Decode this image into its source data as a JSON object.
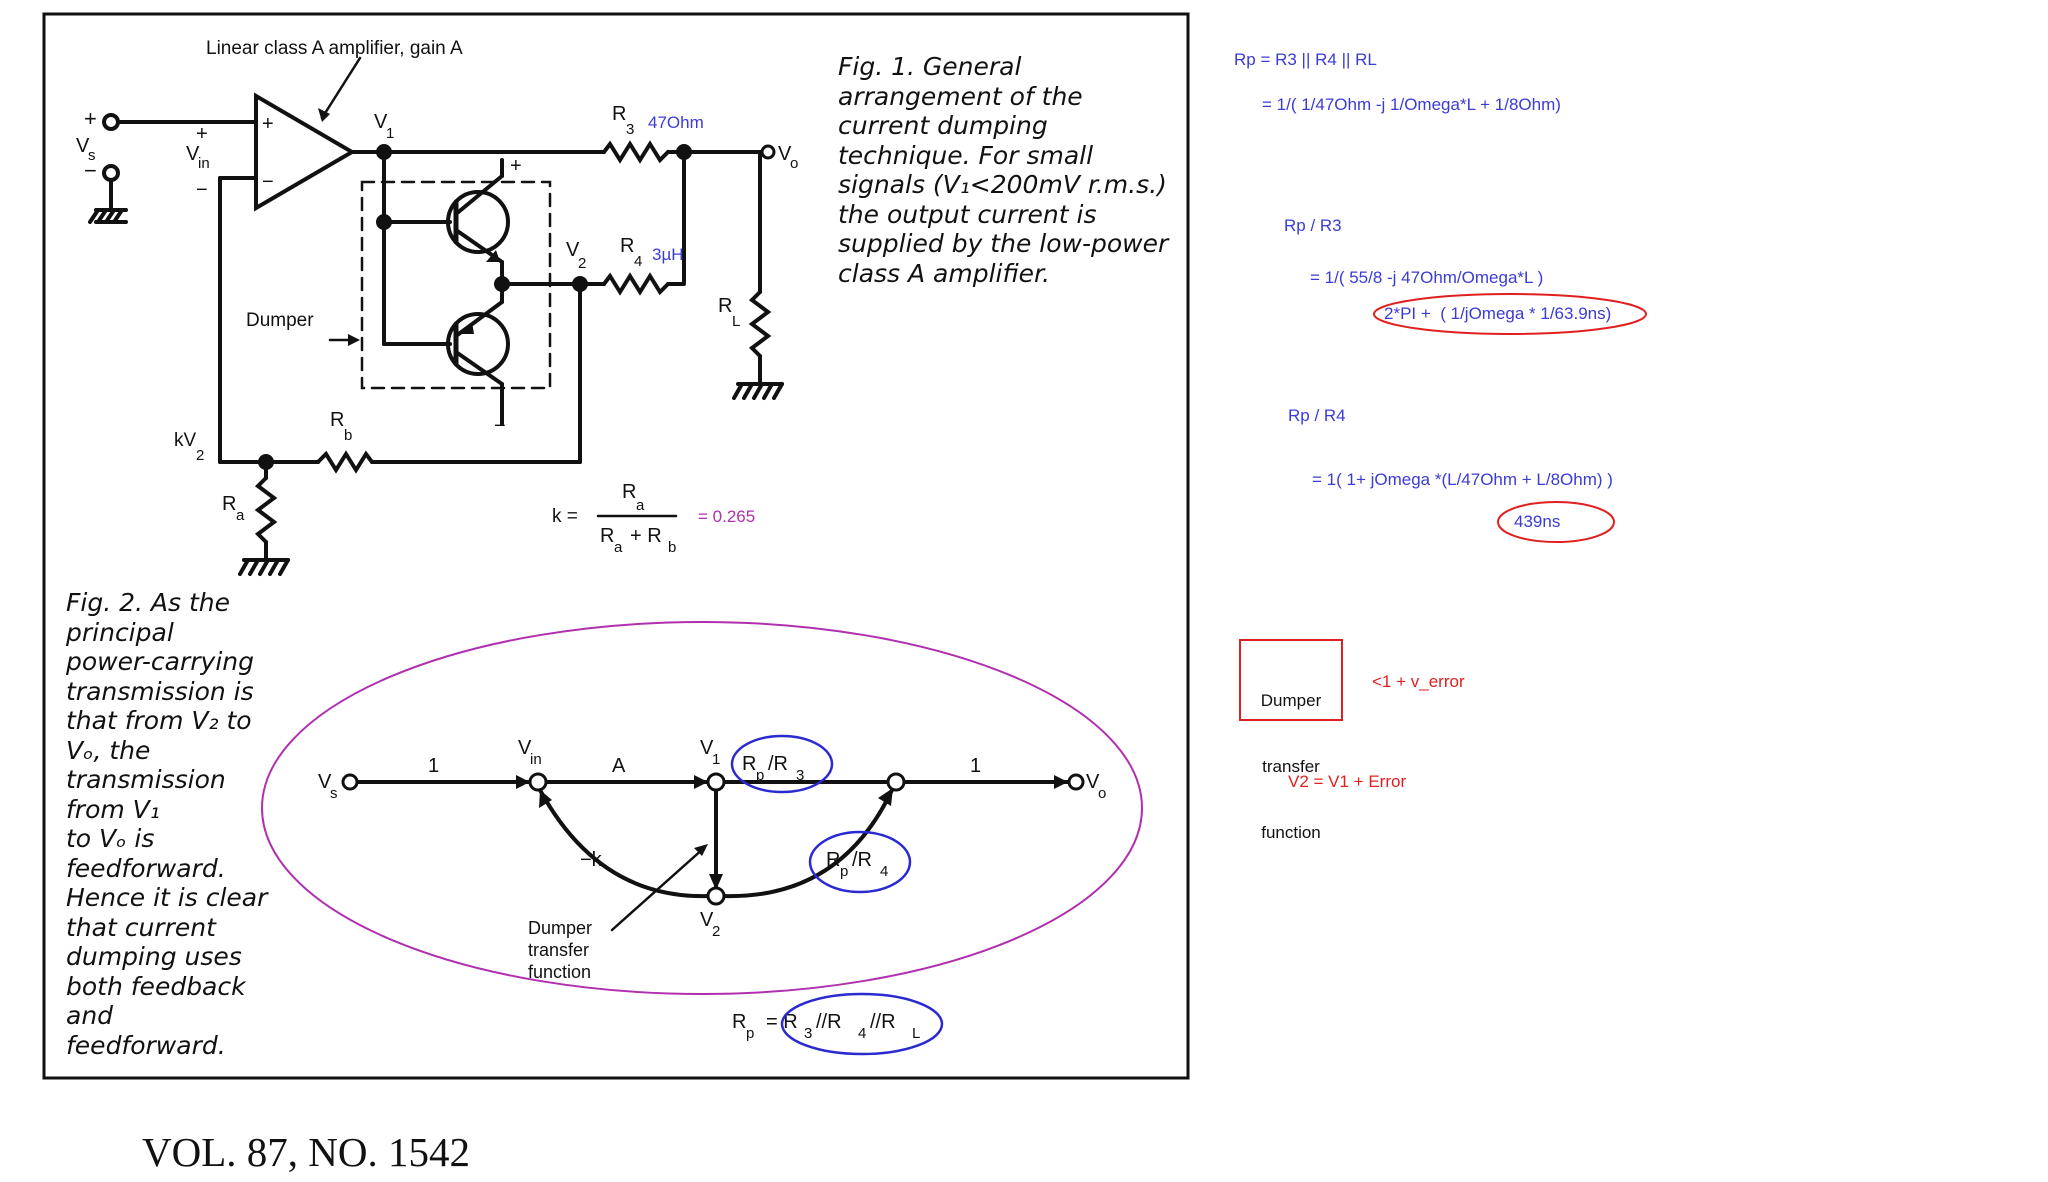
{
  "fig1": {
    "caption": "Fig. 1. General arrangement of the current dumping technique. For small signals (V₁<200mV r.m.s.) the output current is supplied by the low-power class A amplifier.",
    "amp_label": "Linear class A amplifier, gain A",
    "labels": {
      "vs_plus": "+",
      "vs_minus": "−",
      "vs": "V",
      "vs_sub": "s",
      "vin_plus": "+",
      "vin": "V",
      "vin_sub": "in",
      "vin_minus": "−",
      "amp_plus": "+",
      "amp_minus": "−",
      "v1": "V",
      "v1_sub": "1",
      "r3": "R",
      "r3_sub": "3",
      "r3_note": "47Ohm",
      "vo": "V",
      "vo_sub": "o",
      "plus_rail": "+",
      "v2": "V",
      "v2_sub": "2",
      "r4": "R",
      "r4_sub": "4",
      "r4_note": "3µH",
      "rl": "R",
      "rl_sub": "L",
      "dumper": "Dumper",
      "minus_rail": "−",
      "kv2": "kV",
      "kv2_sub": "2",
      "rb": "R",
      "rb_sub": "b",
      "ra": "R",
      "ra_sub": "a",
      "k_eq": "k =",
      "k_num": "R",
      "k_num_sub": "a",
      "k_den": "R",
      "k_den_sub1": "a",
      "k_den_plus": "+ R",
      "k_den_sub2": "b",
      "k_value": "= 0.265"
    }
  },
  "fig2": {
    "caption_lines": [
      "Fig. 2. As the",
      "principal",
      "power-carrying",
      "transmission is",
      "that from V₂ to",
      "Vₒ,  the",
      "transmission",
      "from  V₁",
      "to  Vₒ  is",
      "feedforward.",
      "Hence it is clear",
      "that current",
      "dumping uses",
      "both feedback",
      "and",
      "feedforward."
    ],
    "labels": {
      "vs": "V",
      "vs_sub": "s",
      "gain1": "1",
      "vin": "V",
      "vin_sub": "in",
      "gain_a": "A",
      "v1": "V",
      "v1_sub": "1",
      "rp_r3": "R",
      "rp_r3_sub1": "p",
      "rp_r3_slash": "/R",
      "rp_r3_sub2": "3",
      "gain_out": "1",
      "vo": "V",
      "vo_sub": "o",
      "minus_k": "−k",
      "rp_r4": "R",
      "rp_r4_sub1": "p",
      "rp_r4_slash": "/R",
      "rp_r4_sub2": "4",
      "v2": "V",
      "v2_sub": "2",
      "dumper_tf": [
        "Dumper",
        "transfer",
        "function"
      ],
      "rp_eq": "R",
      "rp_eq_sub": "p",
      "rp_eq_rhs": "= R",
      "rp_eq_parts": [
        "3",
        "//R",
        "4",
        "//R",
        "L"
      ]
    }
  },
  "footer": "VOL. 87, NO. 1542",
  "notes": {
    "rp_def": "Rp = R3 || R4 || RL",
    "rp_expand": "= 1/( 1/47Ohm -j 1/Omega*L + 1/8Ohm)",
    "rp_r3_title": "Rp / R3",
    "rp_r3_expr": "= 1/( 55/8 -j 47Ohm/Omega*L )",
    "rp_r3_circled": "2*PI +  ( 1/jOmega * 1/63.9ns)",
    "rp_r4_title": "Rp / R4",
    "rp_r4_expr": "= 1( 1+ jOmega *(L/47Ohm + L/8Ohm) )",
    "rp_r4_circled": "439ns",
    "dumper_box": [
      "Dumper",
      "transfer",
      "function"
    ],
    "dumper_error": "<1 + v_error",
    "v2_eq": "V2 = V1 + Error"
  },
  "colors": {
    "ink": "#111111",
    "blue_note": "#3b3bd6",
    "red_note": "#e02020",
    "purple_note": "#b030b0"
  }
}
